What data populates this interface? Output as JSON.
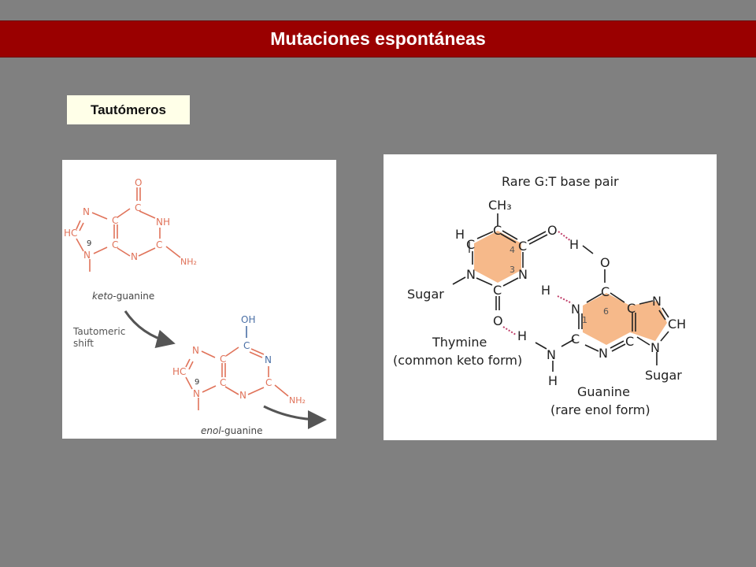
{
  "header": {
    "title": "Mutaciones espontáneas"
  },
  "section": {
    "label": "Tautómeros"
  },
  "left_figure": {
    "keto_prefix": "keto",
    "keto_suffix": "-guanine",
    "enol_prefix": "enol",
    "enol_suffix": "-guanine",
    "shift_line1": "Tautomeric",
    "shift_line2": "shift",
    "atoms": {
      "O": "O",
      "OH": "OH",
      "N": "N",
      "C": "C",
      "HC": "HC",
      "NH": "NH",
      "NH2": "NH₂",
      "nine": "9"
    },
    "colors": {
      "atom": "#e0735a",
      "enol_group": "#4a6fa5",
      "arrow": "#555555"
    }
  },
  "right_figure": {
    "title": "Rare G:T base pair",
    "thymine_line1": "Thymine",
    "thymine_line2": "(common keto form)",
    "guanine_line1": "Guanine",
    "guanine_line2": "(rare enol form)",
    "sugar": "Sugar",
    "ch3": "CH₃",
    "atoms": {
      "C": "C",
      "N": "N",
      "O": "O",
      "H": "H",
      "HC": "H",
      "CH": "CH"
    },
    "ring_numbers": {
      "t4": "4",
      "t3": "3",
      "g1": "1",
      "g6": "6"
    },
    "colors": {
      "ring_fill": "#f6b98a",
      "hbond": "#c0406a",
      "text": "#222222"
    }
  }
}
